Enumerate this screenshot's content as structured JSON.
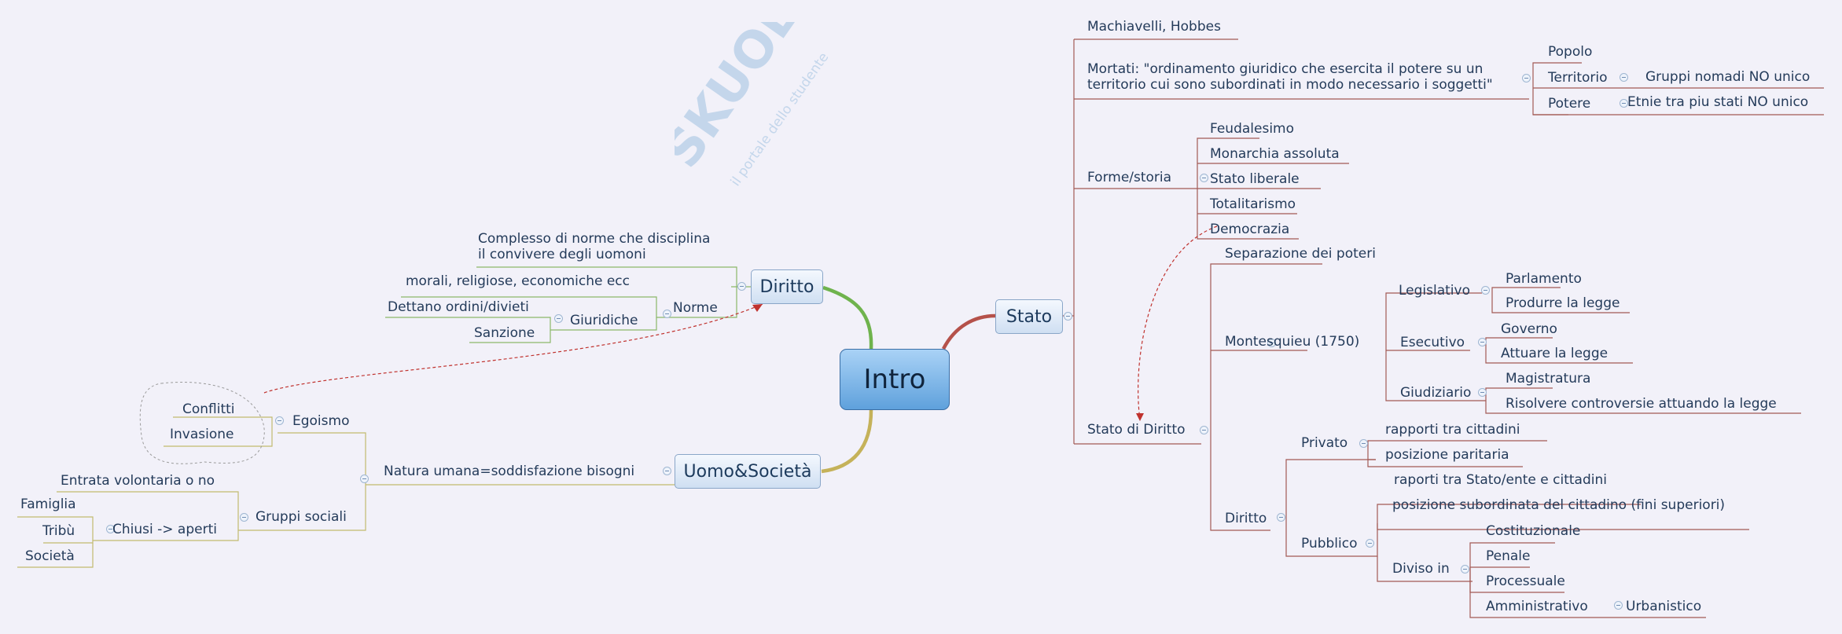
{
  "watermark": {
    "brand": "SKUOLA.net",
    "tagline": "il portale dello studente"
  },
  "center": {
    "label": "Intro"
  },
  "diritto": {
    "label": "Diritto",
    "definition": "Complesso di norme che disciplina\nil convivere degli uomoni",
    "norme": "Norme",
    "morali": "morali, religiose, economiche ecc",
    "giuridiche": "Giuridiche",
    "dettano": "Dettano ordini/divieti",
    "sanzione": "Sanzione"
  },
  "uomo": {
    "label": "Uomo&Società",
    "natura": "Natura umana=soddisfazione bisogni",
    "egoismo": "Egoismo",
    "conflitti": "Conflitti",
    "invasione": "Invasione",
    "gruppi": "Gruppi sociali",
    "entrata": "Entrata volontaria o no",
    "chiusi": "Chiusi -> aperti",
    "famiglia": "Famiglia",
    "tribu": "Tribù",
    "societa": "Società"
  },
  "stato": {
    "label": "Stato",
    "machiavelli": "Machiavelli, Hobbes",
    "mortati": "Mortati: \"ordinamento giuridico che esercita il potere su un\nterritorio cui sono subordinati in modo necessario i soggetti\"",
    "popolo": "Popolo",
    "territorio": "Territorio",
    "nomadi": "Gruppi nomadi NO unico",
    "potere": "Potere",
    "etnie": "Etnie tra piu stati NO unico",
    "forme": "Forme/storia",
    "feudalesimo": "Feudalesimo",
    "monarchia": "Monarchia assoluta",
    "liberale": "Stato liberale",
    "totalitarismo": "Totalitarismo",
    "democrazia": "Democrazia",
    "stato_diritto": "Stato di Diritto",
    "separazione": "Separazione dei poteri",
    "montesquieu": "Montesquieu (1750)",
    "legislativo": "Legislativo",
    "parlamento": "Parlamento",
    "produrre": "Produrre la legge",
    "esecutivo": "Esecutivo",
    "governo": "Governo",
    "attuare": "Attuare la legge",
    "giudiziario": "Giudiziario",
    "magistratura": "Magistratura",
    "risolvere": "Risolvere controversie attuando la legge",
    "diritto": "Diritto",
    "privato": "Privato",
    "rapporti_cittadini": "rapporti tra cittadini",
    "paritaria": "posizione paritaria",
    "pubblico": "Pubblico",
    "raporti_stato": "raporti tra Stato/ente e cittadini",
    "subordinata": "posizione subordinata del cittadino (fini superiori)",
    "diviso": "Diviso in",
    "costituzionale": "Costituzionale",
    "penale": "Penale",
    "processuale": "Processuale",
    "amministrativo": "Amministrativo",
    "urbanistico": "Urbanistico"
  },
  "colors": {
    "diritto_branch": "#6fb34d",
    "uomo_branch": "#c5b25a",
    "stato_branch": "#b5514a",
    "left_lines": "#8bb86a",
    "stato_lines": "#a35a55",
    "relationship": "#c0322e",
    "text": "#243b5a"
  }
}
